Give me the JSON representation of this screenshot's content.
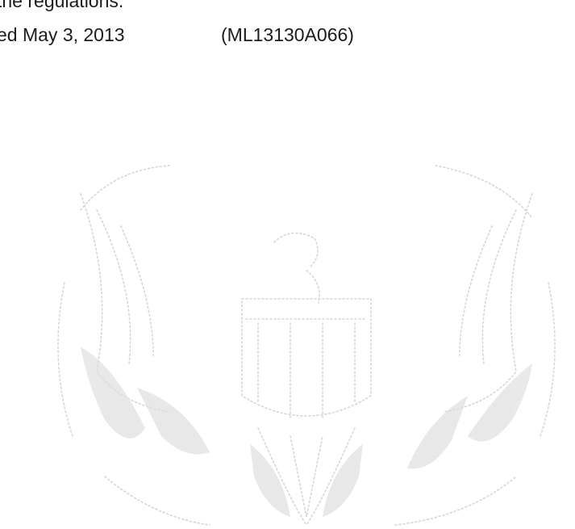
{
  "document": {
    "top_line": "the regulations.",
    "reference_date": "ed May 3, 2013",
    "accession_number": "(ML13130A066)"
  },
  "watermark": {
    "icon": "eagle-seal-icon",
    "color": "#bdbdbd"
  }
}
